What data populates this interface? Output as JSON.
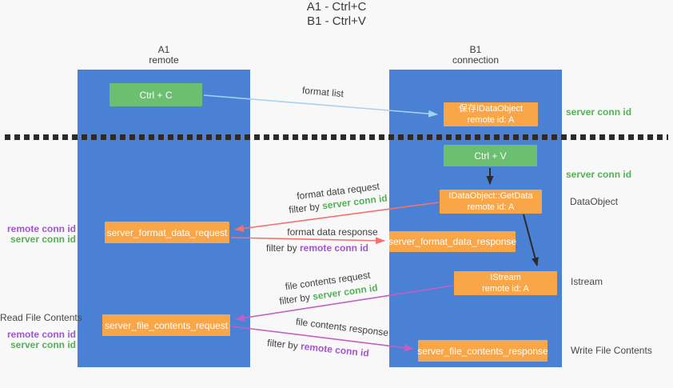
{
  "title": {
    "line1": "A1 - Ctrl+C",
    "line2": "B1 - Ctrl+V"
  },
  "lanes": {
    "left": {
      "name": "A1",
      "role": "remote"
    },
    "right": {
      "name": "B1",
      "role": "connection"
    }
  },
  "boxes": {
    "ctrl_c": {
      "label": "Ctrl + C"
    },
    "ctrl_v": {
      "label": "Ctrl + V"
    },
    "save_dataobject": {
      "line1": "保存IDataObject",
      "line2": "remote id: A"
    },
    "getdata": {
      "line1": "IDataObject::GetData",
      "line2": "remote id: A"
    },
    "istream": {
      "line1": "IStream",
      "line2": "remote id: A"
    },
    "format_request": {
      "label": "server_format_data_request"
    },
    "format_response": {
      "label": "server_format_data_response"
    },
    "file_request": {
      "label": "server_file_contents_request"
    },
    "file_response": {
      "label": "server_file_contents_response"
    }
  },
  "annotations": {
    "server_conn_id": "server conn id",
    "remote_conn_id": "remote conn id",
    "dataobject": "DataObject",
    "istream": "Istream",
    "read_file_contents": "Read File Contents",
    "write_file_contents": "Write File Contents"
  },
  "arrow_labels": {
    "format_list": "format list",
    "format_data_request": "format data request",
    "format_data_response": "format data response",
    "file_contents_request": "file contents request",
    "file_contents_response": "file contents response",
    "filter_by": "filter by "
  },
  "colors": {
    "lane_blue": "#4a81d4",
    "box_green": "#6dbf70",
    "box_orange": "#f9a649",
    "arrow_red": "#f4716e",
    "arrow_magenta": "#c55ec3",
    "arrow_light_blue": "#a6d2ee",
    "arrow_black": "#2b2b2b",
    "label_green": "#53b156",
    "label_purple": "#a156cc"
  }
}
